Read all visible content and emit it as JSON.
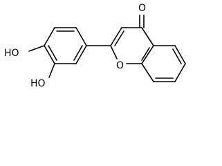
{
  "molecule": {
    "atoms": {
      "carbonyl_oxygen": "O",
      "ring_oxygen": "O",
      "hydroxyl_top": "HO",
      "hydroxyl_bottom": "HO"
    }
  },
  "colors": {
    "ink": "#000000",
    "background": "#ffffff"
  }
}
